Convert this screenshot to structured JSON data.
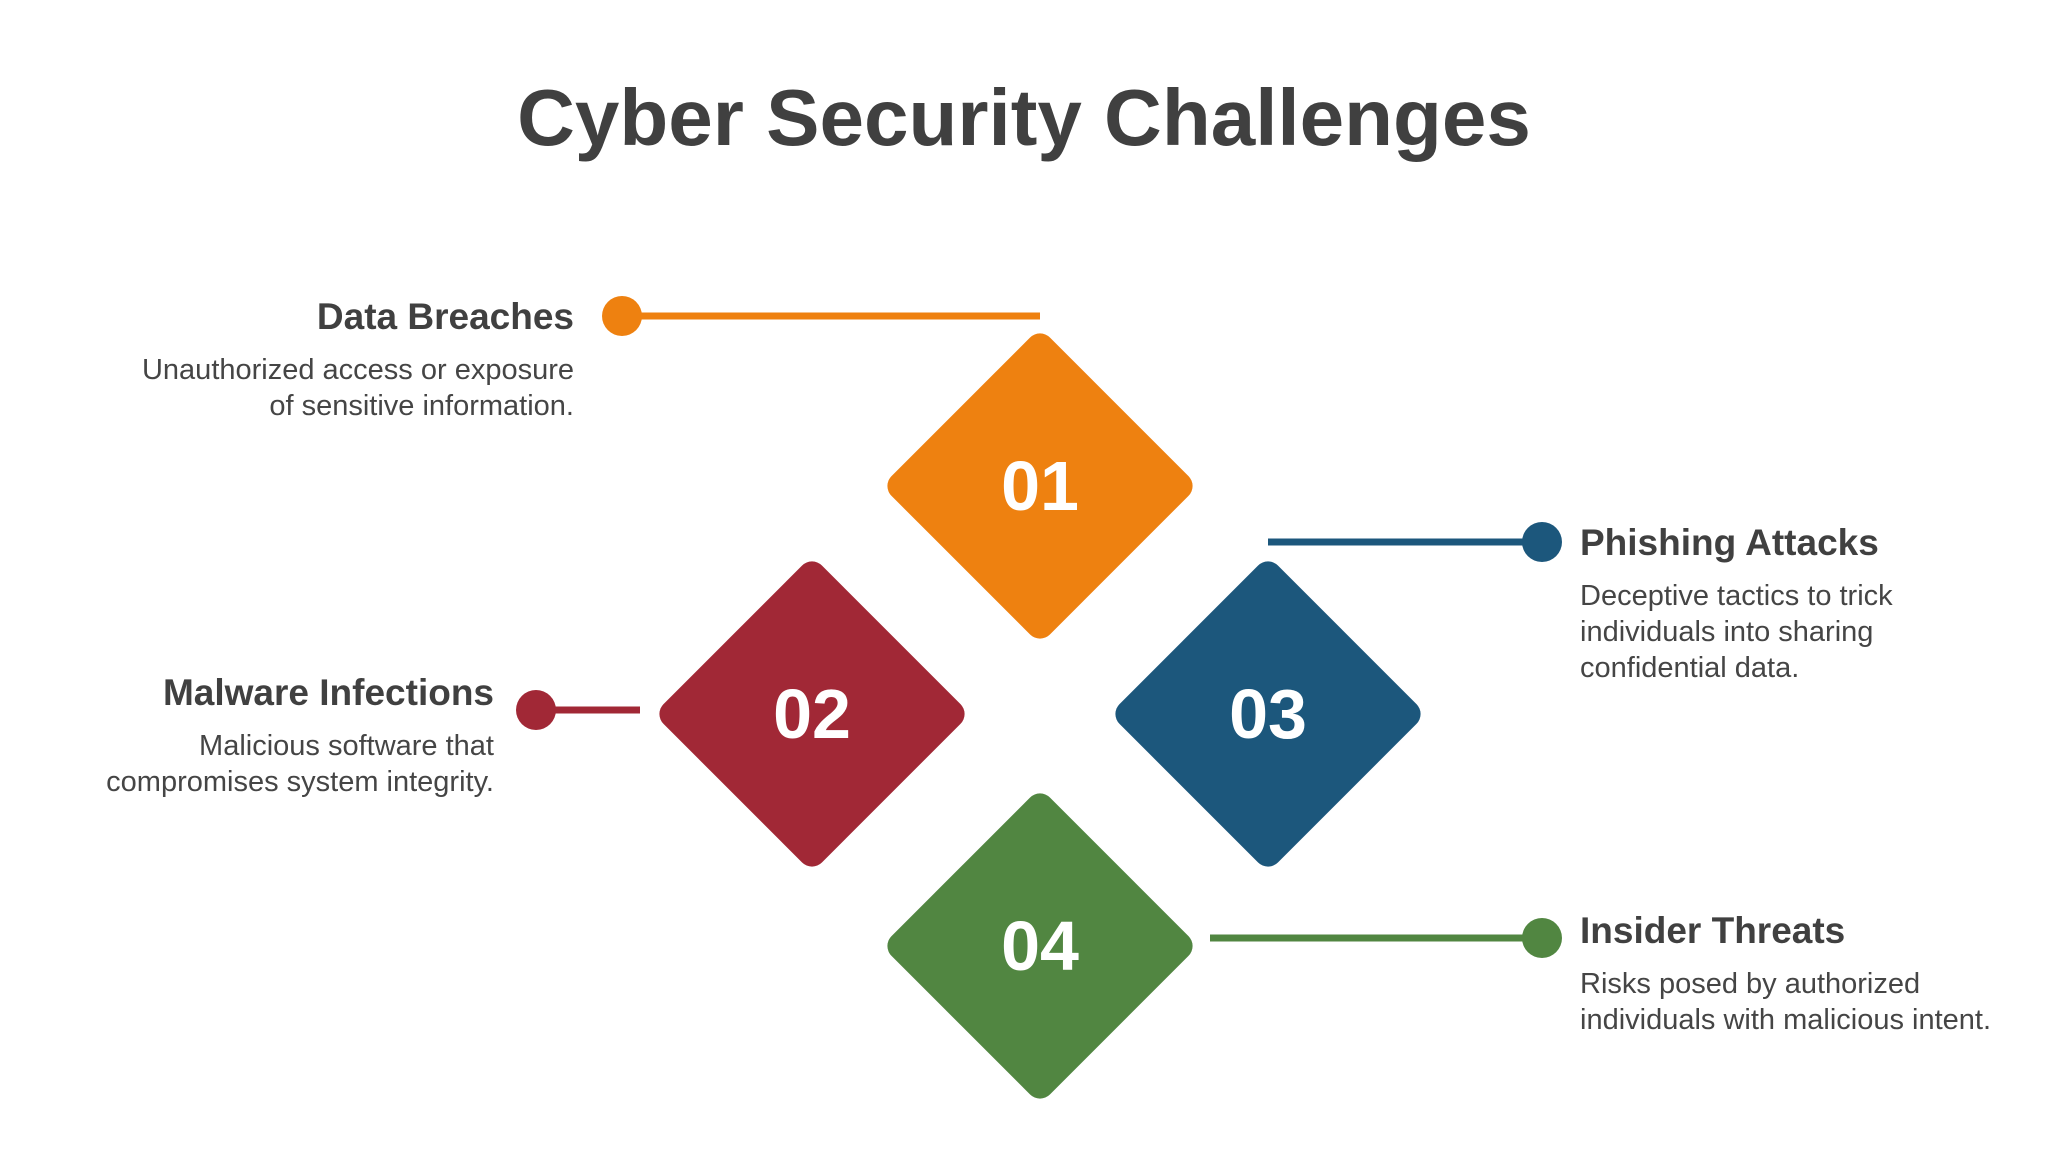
{
  "title": "Cyber Security Challenges",
  "items": [
    {
      "number": "01",
      "heading": "Data Breaches",
      "desc_lines": [
        "Unauthorized access or exposure",
        "of sensitive information."
      ],
      "color": "#EE8110"
    },
    {
      "number": "02",
      "heading": "Malware Infections",
      "desc_lines": [
        "Malicious software that",
        "compromises system integrity."
      ],
      "color": "#A12836"
    },
    {
      "number": "03",
      "heading": "Phishing Attacks",
      "desc_lines": [
        "Deceptive tactics to trick",
        "individuals into sharing",
        "confidential data."
      ],
      "color": "#1C577C"
    },
    {
      "number": "04",
      "heading": "Insider Threats",
      "desc_lines": [
        "Risks posed by authorized",
        "individuals with malicious intent."
      ],
      "color": "#518641"
    }
  ]
}
